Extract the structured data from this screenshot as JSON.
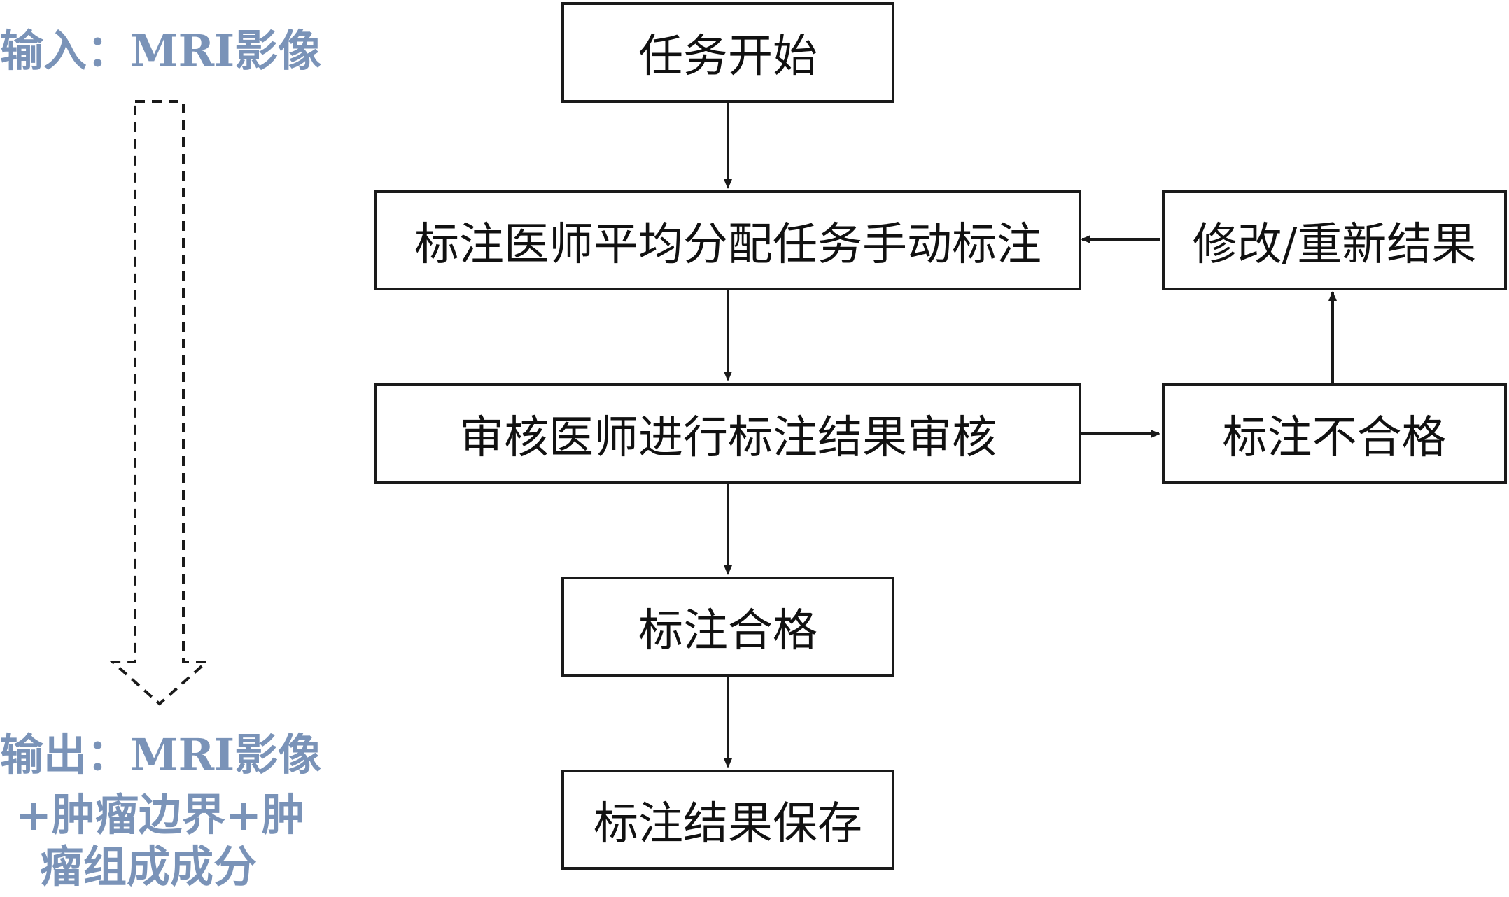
{
  "input": {
    "label": "输入：MRI影像"
  },
  "output": {
    "line1": "输出：MRI影像",
    "line2": "+肿瘤边界+肿",
    "line3": "瘤组成成分"
  },
  "nodes": {
    "start": "任务开始",
    "annotate": "标注医师平均分配任务手动标注",
    "review": "审核医师进行标注结果审核",
    "pass": "标注合格",
    "save": "标注结果保存",
    "fail": "标注不合格",
    "revise": "修改/重新结果"
  },
  "colors": {
    "io_text": "#7a93b8",
    "box_border": "#1a1a1a",
    "arrow": "#1a1a1a"
  }
}
